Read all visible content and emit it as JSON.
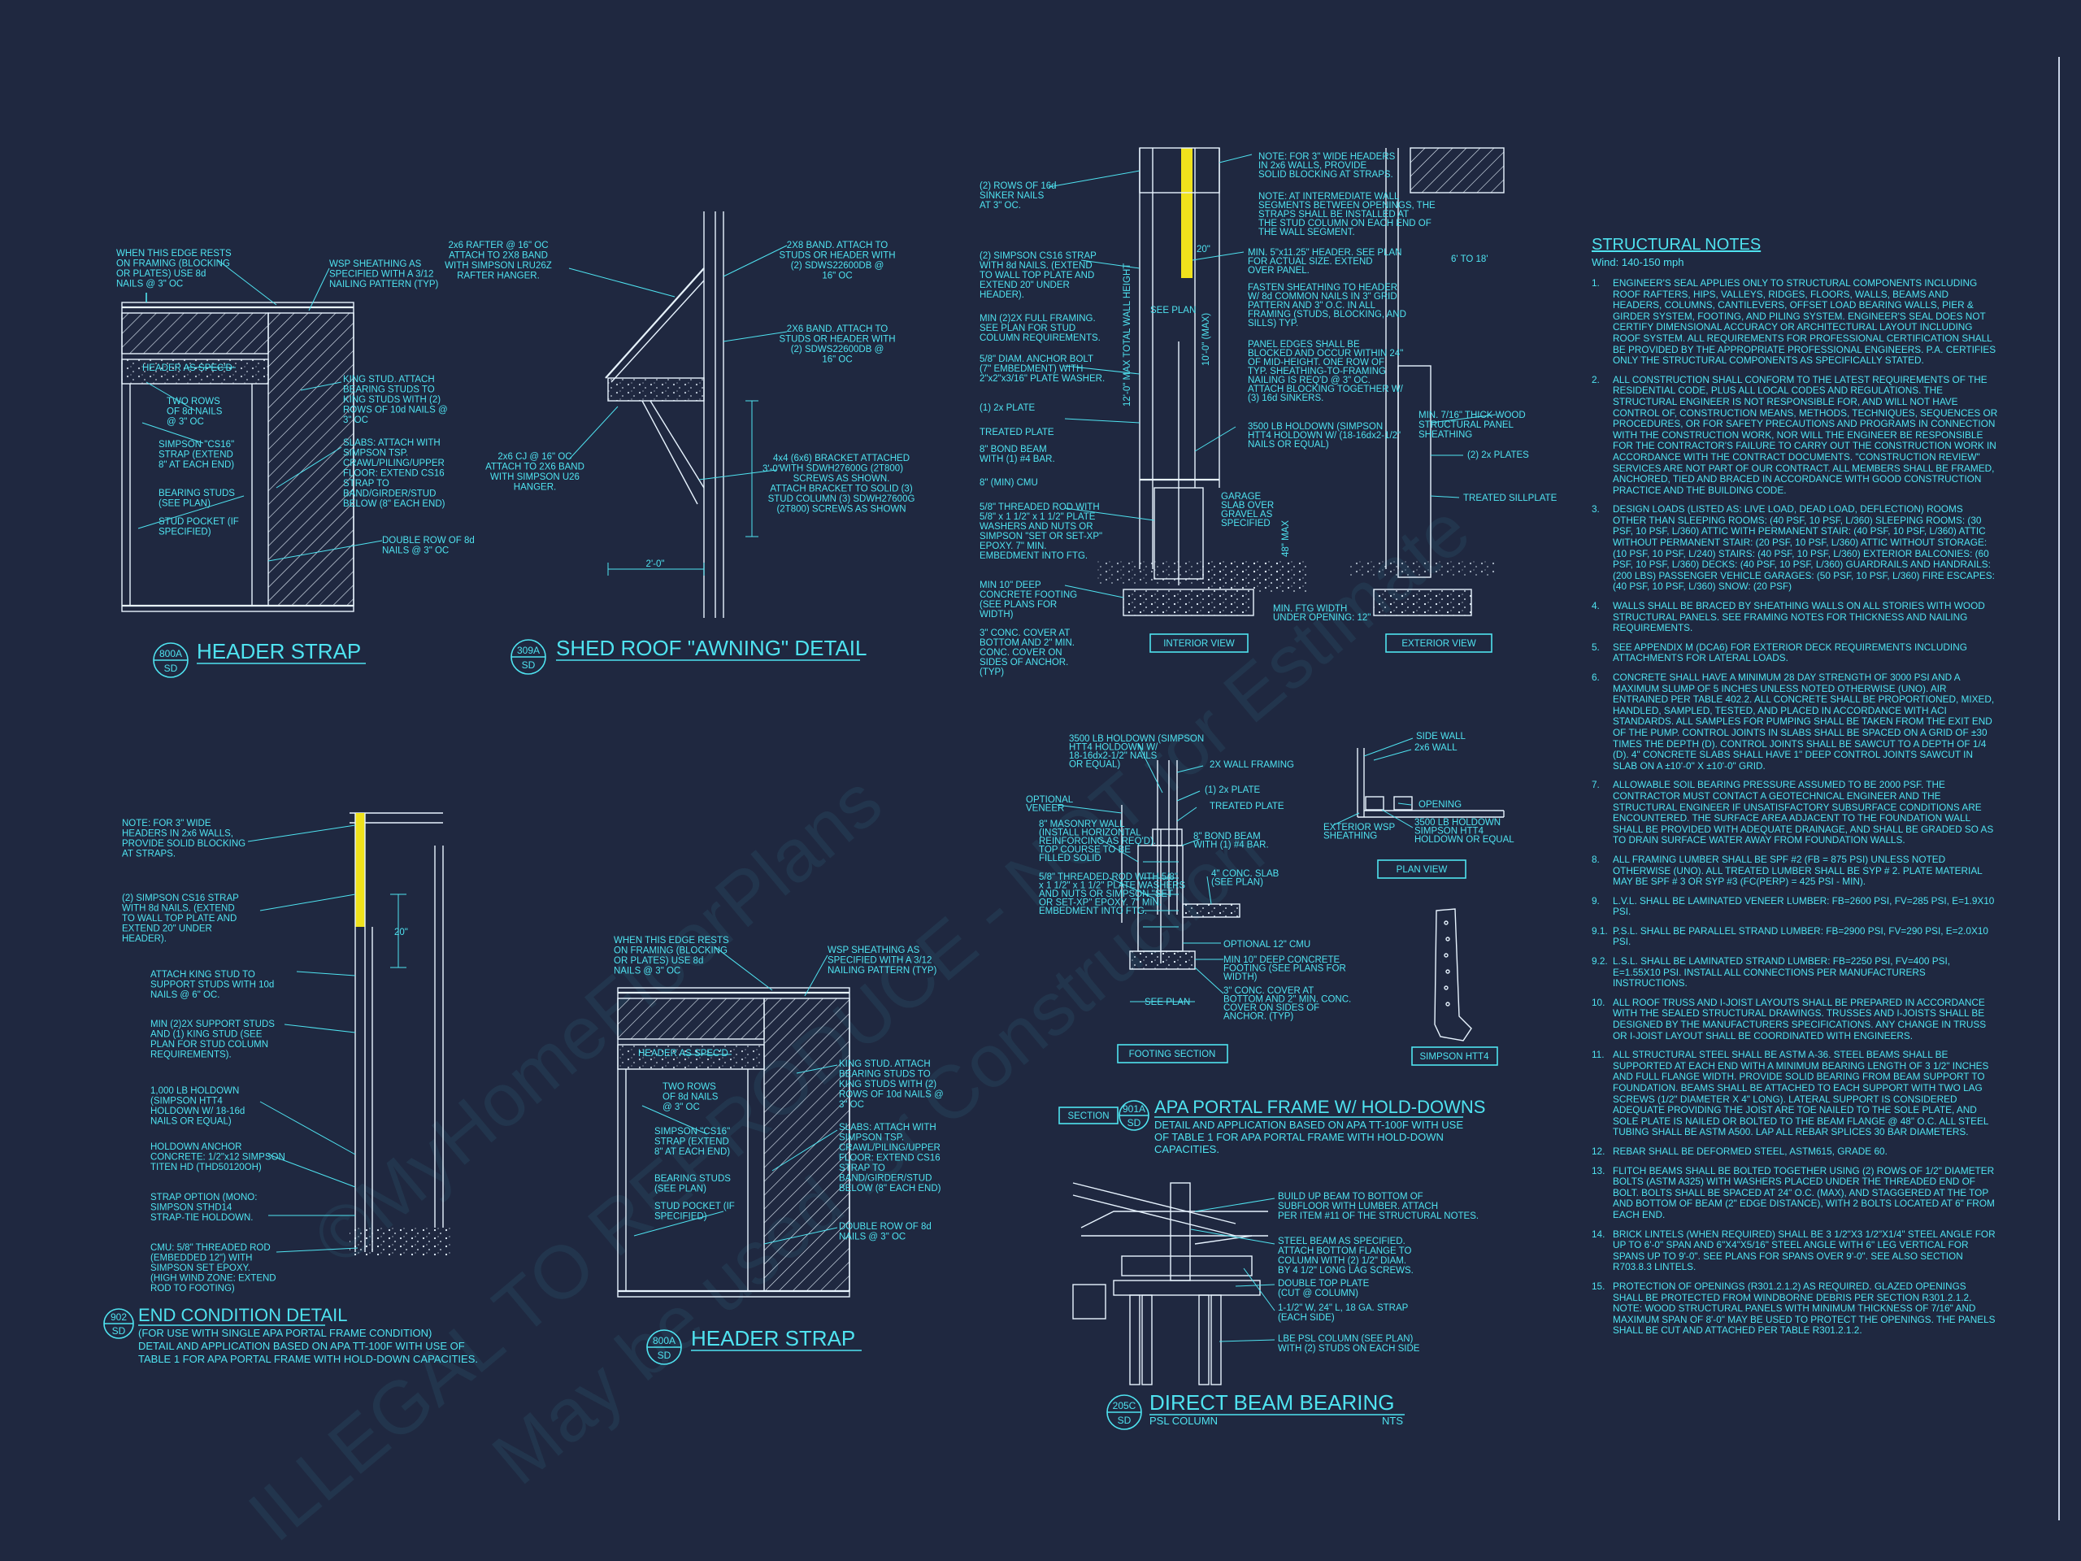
{
  "watermark": {
    "line1": "©MyHomeFloorPlans",
    "line2": "May be used for Construction",
    "line3": "ILLEGAL TO REPRODUCE - NOT for Estimate"
  },
  "details": {
    "header_strap_top": {
      "bubble_num": "800A",
      "bubble_sheet": "SD",
      "title": "HEADER STRAP",
      "labels": [
        "WHEN THIS EDGE RESTS",
        "ON FRAMING (BLOCKING",
        "OR PLATES) USE 8d",
        "NAILS @ 3\" OC",
        "HEADER AS SPEC'D",
        "TWO ROWS",
        "OF 8d NAILS",
        "@ 3\" OC",
        "SIMPSON \"CS16\"",
        "STRAP (EXTEND",
        "8\" AT EACH END)",
        "BEARING STUDS",
        "(SEE PLAN)",
        "STUD POCKET (IF",
        "SPECIFIED)",
        "WSP SHEATHING AS",
        "SPECIFIED WITH A 3/12",
        "NAILING PATTERN (TYP)",
        "KING STUD. ATTACH",
        "BEARING STUDS TO",
        "KING STUDS WITH (2)",
        "ROWS OF 10d NAILS @",
        "3\" OC",
        "SLABS: ATTACH WITH",
        "SIMPSON TSP.",
        "CRAWL/PILING/UPPER",
        "FLOOR: EXTEND CS16",
        "STRAP TO",
        "BAND/GIRDER/STUD",
        "BELOW (8\" EACH END)",
        "DOUBLE ROW OF 8d",
        "NAILS @ 3\" OC"
      ]
    },
    "shed_roof": {
      "bubble_num": "309A",
      "bubble_sheet": "SD",
      "title": "SHED ROOF \"AWNING\" DETAIL",
      "labels": [
        "2x6 RAFTER @ 16\" OC",
        "ATTACH TO 2X8 BAND",
        "WITH SIMPSON LRU26Z",
        "RAFTER HANGER.",
        "2X8 BAND. ATTACH TO",
        "STUDS OR HEADER WITH",
        "(2) SDWS22600DB @",
        "16\" OC",
        "2X6 BAND. ATTACH TO",
        "STUDS OR HEADER WITH",
        "(2) SDWS22600DB @",
        "16\" OC",
        "2x6 CJ @ 16\" OC",
        "ATTACH TO 2X6 BAND",
        "WITH SIMPSON U26",
        "HANGER.",
        "4x4 (6x6) BRACKET ATTACHED",
        "WITH SDWH27600G (2T800)",
        "SCREWS AS SHOWN.",
        "ATTACH BRACKET TO SOLID (3)",
        "STUD COLUMN (3) SDWH27600G",
        "(2T800) SCREWS AS SHOWN",
        "2'-0\"",
        "3'-0\""
      ]
    },
    "wall_section": {
      "labels_left": [
        "(2) ROWS OF 16d",
        "SINKER NAILS",
        "AT 3\" OC.",
        "(2) SIMPSON CS16 STRAP",
        "WITH 8d NAILS. (EXTEND",
        "TO WALL TOP PLATE AND",
        "EXTEND 20\" UNDER",
        "HEADER).",
        "MIN (2)2X FULL FRAMING.",
        "SEE PLAN FOR STUD",
        "COLUMN REQUIREMENTS.",
        "5/8\" DIAM. ANCHOR BOLT",
        "(7\" EMBEDMENT) WITH",
        "2\"x2\"x3/16\" PLATE WASHER.",
        "(1) 2x PLATE",
        "TREATED PLATE",
        "8\" BOND BEAM",
        "WITH (1) #4 BAR.",
        "8\" (MIN) CMU",
        "5/8\" THREADED ROD WITH",
        "5/8\" x 1 1/2\" x 1 1/2\" PLATE",
        "WASHERS AND NUTS OR",
        "SIMPSON \"SET OR SET-XP\"",
        "EPOXY. 7\" MIN.",
        "EMBEDMENT INTO FTG.",
        "MIN 10\" DEEP",
        "CONCRETE FOOTING",
        "(SEE PLANS FOR",
        "WIDTH)",
        "3\" CONC. COVER AT",
        "BOTTOM AND 2\" MIN.",
        "CONC. COVER ON",
        "SIDES OF ANCHOR.",
        "(TYP)"
      ],
      "labels_mid": [
        "NOTE: FOR 3\" WIDE HEADERS",
        "IN 2x6 WALLS, PROVIDE",
        "SOLID BLOCKING AT STRAPS.",
        "NOTE: AT INTERMEDIATE WALL",
        "SEGMENTS BETWEEN OPENINGS, THE",
        "STRAPS SHALL BE INSTALLED AT",
        "THE STUD COLUMN ON EACH END OF",
        "THE WALL SEGMENT.",
        "MIN. 5\"x11.25\" HEADER. SEE PLAN",
        "FOR ACTUAL SIZE. EXTEND",
        "OVER PANEL.",
        "FASTEN SHEATHING TO HEADER",
        "W/ 8d COMMON NAILS IN 3\" GRID",
        "PATTERN AND 3\" O.C. IN ALL",
        "FRAMING (STUDS, BLOCKING, AND",
        "SILLS) TYP.",
        "PANEL EDGES SHALL BE",
        "BLOCKED AND OCCUR WITHIN 24\"",
        "OF MID-HEIGHT. ONE ROW OF",
        "TYP. SHEATHING-TO-FRAMING",
        "NAILING IS REQ'D @ 3\" OC.",
        "ATTACH BLOCKING TOGETHER W/",
        "(3) 16d SINKERS.",
        "3500 LB HOLDOWN (SIMPSON",
        "HTT4 HOLDOWN W/ (18-16dx2-1/2\"",
        "NAILS OR EQUAL)",
        "GARAGE",
        "SLAB OVER",
        "GRAVEL AS",
        "SPECIFIED",
        "MIN. FTG WIDTH",
        "UNDER OPENING: 12\"",
        "SEE PLAN",
        "12'-0\" MAX TOTAL WALL HEIGHT",
        "10'-0\" (MAX)",
        "20\"",
        "48\" MAX"
      ],
      "labels_right": [
        "6' TO 18'",
        "MIN. 7/16\" THICK WOOD",
        "STRUCTURAL PANEL",
        "SHEATHING",
        "(2) 2x PLATES",
        "TREATED SILLPLATE"
      ],
      "tag_interior": "INTERIOR VIEW",
      "tag_exterior": "EXTERIOR VIEW"
    },
    "end_condition": {
      "bubble_num": "902",
      "bubble_sheet": "SD",
      "title": "END CONDITION DETAIL",
      "subtitle": [
        "(FOR USE WITH SINGLE APA PORTAL FRAME CONDITION)",
        "DETAIL AND APPLICATION BASED ON APA TT-100F WITH USE OF",
        "TABLE 1 FOR APA PORTAL FRAME WITH HOLD-DOWN CAPACITIES."
      ],
      "labels": [
        "NOTE: FOR 3\" WIDE",
        "HEADERS IN 2x6 WALLS,",
        "PROVIDE SOLID BLOCKING",
        "AT STRAPS.",
        "(2) SIMPSON CS16 STRAP",
        "WITH 8d NAILS. (EXTEND",
        "TO WALL TOP PLATE AND",
        "EXTEND 20\" UNDER",
        "HEADER).",
        "ATTACH KING STUD TO",
        "SUPPORT STUDS WITH 10d",
        "NAILS @ 6\" OC.",
        "MIN (2)2X SUPPORT STUDS",
        "AND (1) KING STUD (SEE",
        "PLAN FOR STUD COLUMN",
        "REQUIREMENTS).",
        "1,000 LB HOLDOWN",
        "(SIMPSON HTT4",
        "HOLDOWN W/ 18-16d",
        "NAILS OR EQUAL)",
        "HOLDOWN ANCHOR",
        "CONCRETE: 1/2\"x12 SIMPSON",
        "TITEN HD (THD50120OH)",
        "STRAP OPTION (MONO:",
        "SIMPSON STHD14",
        "STRAP-TIE HOLDOWN.",
        "CMU: 5/8\" THREADED ROD",
        "(EMBEDDED 12\") WITH",
        "SIMPSON SET EPOXY.",
        "(HIGH WIND ZONE: EXTEND",
        "ROD TO FOOTING)",
        "20\""
      ]
    },
    "header_strap_bottom": {
      "bubble_num": "800A",
      "bubble_sheet": "SD",
      "title": "HEADER STRAP",
      "labels": [
        "WHEN THIS EDGE RESTS",
        "ON FRAMING (BLOCKING",
        "OR PLATES) USE 8d",
        "NAILS @ 3\" OC",
        "HEADER AS SPEC'D",
        "TWO ROWS",
        "OF 8d NAILS",
        "@ 3\" OC",
        "SIMPSON \"CS16\"",
        "STRAP (EXTEND",
        "8\" AT EACH END)",
        "BEARING STUDS",
        "(SEE PLAN)",
        "STUD POCKET (IF",
        "SPECIFIED)",
        "WSP SHEATHING AS",
        "SPECIFIED WITH A 3/12",
        "NAILING PATTERN (TYP)",
        "KING STUD. ATTACH",
        "BEARING STUDS TO",
        "KING STUDS WITH (2)",
        "ROWS OF 10d NAILS @",
        "3\" OC",
        "SLABS: ATTACH WITH",
        "SIMPSON TSP.",
        "CRAWL/PILING/UPPER",
        "FLOOR: EXTEND CS16",
        "STRAP TO",
        "BAND/GIRDER/STUD",
        "BELOW (8\" EACH END)",
        "DOUBLE ROW OF 8d",
        "NAILS @ 3\" OC"
      ]
    },
    "footing_section": {
      "tag": "FOOTING SECTION",
      "labels": [
        "3500 LB HOLDOWN (SIMPSON",
        "HTT4 HOLDOWN W/",
        "18-16dx2-1/2\" NAILS",
        "OR EQUAL)",
        "OPTIONAL",
        "VENEER",
        "8\" MASONRY WALL",
        "(INSTALL HORIZONTAL",
        "REINFORCING AS REQ'D).",
        "TOP COURSE TO BE",
        "FILLED SOLID",
        "5/8\" THREADED ROD WITH 5/8\"",
        "x 1 1/2\" x 1 1/2\" PLATE WASHERS",
        "AND NUTS OR SIMPSON \"SET",
        "OR SET-XP\" EPOXY. 7\" MIN.",
        "EMBEDMENT INTO FTG.",
        "2X WALL FRAMING",
        "(1) 2x PLATE",
        "TREATED PLATE",
        "8\" BOND BEAM",
        "WITH (1) #4 BAR.",
        "4\" CONC. SLAB",
        "(SEE PLAN)",
        "OPTIONAL 12\" CMU",
        "MIN 10\" DEEP CONCRETE",
        "FOOTING (SEE PLANS FOR",
        "WIDTH)",
        "3\" CONC. COVER AT",
        "BOTTOM AND 2\" MIN. CONC.",
        "COVER ON SIDES OF",
        "ANCHOR. (TYP)",
        "SEE PLAN"
      ]
    },
    "plan_view": {
      "tag": "PLAN VIEW",
      "labels": [
        "SIDE WALL",
        "2x6 WALL",
        "OPENING",
        "EXTERIOR WSP",
        "SHEATHING",
        "3500 LB HOLDOWN",
        "SIMPSON HTT4",
        "HOLDOWN OR EQUAL"
      ]
    },
    "simpson_htt4": {
      "tag": "SIMPSON HTT4"
    },
    "apa_portal": {
      "tag_label": "SECTION",
      "bubble_num": "901A",
      "bubble_sheet": "SD",
      "title": "APA PORTAL FRAME W/ HOLD-DOWNS",
      "subtitle": [
        "DETAIL AND APPLICATION BASED ON APA TT-100F WITH USE",
        "OF TABLE 1 FOR APA PORTAL FRAME WITH HOLD-DOWN",
        "CAPACITIES."
      ]
    },
    "direct_beam": {
      "bubble_num": "205C",
      "bubble_sheet": "SD",
      "title": "DIRECT BEAM BEARING",
      "sub_left": "PSL COLUMN",
      "sub_right": "NTS",
      "labels": [
        "BUILD UP BEAM TO BOTTOM OF",
        "SUBFLOOR WITH LUMBER. ATTACH",
        "PER ITEM #11 OF THE STRUCTURAL NOTES.",
        "STEEL BEAM AS SPECIFIED.",
        "ATTACH BOTTOM FLANGE TO",
        "COLUMN WITH (2) 1/2\" DIAM.",
        "BY 4 1/2\" LONG LAG SCREWS.",
        "DOUBLE TOP PLATE",
        "(CUT @ COLUMN)",
        "1-1/2\" W, 24\" L, 18 GA. STRAP",
        "(EACH SIDE)",
        "LBE PSL COLUMN (SEE PLAN)",
        "WITH (2) STUDS ON EACH SIDE"
      ]
    }
  },
  "structural_notes": {
    "title": "STRUCTURAL NOTES",
    "wind": "Wind: 140-150 mph",
    "items": [
      {
        "num": "1.",
        "text": "ENGINEER'S SEAL APPLIES ONLY TO STRUCTURAL COMPONENTS INCLUDING ROOF RAFTERS, HIPS, VALLEYS, RIDGES, FLOORS, WALLS, BEAMS AND HEADERS, COLUMNS, CANTILEVERS, OFFSET LOAD BEARING WALLS, PIER & GIRDER SYSTEM, FOOTING, AND PILING SYSTEM. ENGINEER'S SEAL DOES NOT CERTIFY DIMENSIONAL ACCURACY OR ARCHITECTURAL LAYOUT INCLUDING ROOF SYSTEM. ALL REQUIREMENTS FOR PROFESSIONAL CERTIFICATION SHALL BE PROVIDED BY THE APPROPRIATE PROFESSIONAL ENGINEERS. P.A. CERTIFIES ONLY THE STRUCTURAL COMPONENTS AS SPECIFICALLY STATED."
      },
      {
        "num": "2.",
        "text": "ALL CONSTRUCTION SHALL CONFORM TO THE LATEST REQUIREMENTS OF THE RESIDENTIAL CODE, PLUS ALL LOCAL CODES AND REGULATIONS. THE STRUCTURAL ENGINEER IS NOT RESPONSIBLE FOR, AND WILL NOT HAVE CONTROL OF, CONSTRUCTION MEANS, METHODS, TECHNIQUES, SEQUENCES OR PROCEDURES, OR FOR SAFETY PRECAUTIONS AND PROGRAMS IN CONNECTION WITH THE CONSTRUCTION WORK, NOR WILL THE ENGINEER BE RESPONSIBLE FOR THE CONTRACTOR'S FAILURE TO CARRY OUT THE CONSTRUCTION WORK IN ACCORDANCE WITH THE CONTRACT DOCUMENTS. \"CONSTRUCTION REVIEW\" SERVICES ARE NOT PART OF OUR CONTRACT. ALL MEMBERS SHALL BE FRAMED, ANCHORED, TIED AND BRACED IN ACCORDANCE WITH GOOD CONSTRUCTION PRACTICE AND THE BUILDING CODE."
      },
      {
        "num": "3.",
        "text": "DESIGN LOADS (LISTED AS: LIVE LOAD, DEAD LOAD, DEFLECTION) ROOMS OTHER THAN SLEEPING ROOMS: (40 PSF, 10 PSF, L/360) SLEEPING ROOMS: (30 PSF, 10 PSF, L/360) ATTIC WITH PERMANENT STAIR: (40 PSF, 10 PSF, L/360) ATTIC WITHOUT PERMANENT STAIR: (20 PSF, 10 PSF, L/360) ATTIC WITHOUT STORAGE: (10 PSF, 10 PSF, L/240) STAIRS: (40 PSF, 10 PSF, L/360) EXTERIOR BALCONIES: (60 PSF, 10 PSF, L/360) DECKS: (40 PSF, 10 PSF, L/360) GUARDRAILS AND HANDRAILS: (200 LBS) PASSENGER VEHICLE GARAGES: (50 PSF, 10 PSF, L/360) FIRE ESCAPES: (40 PSF, 10 PSF, L/360) SNOW: (20 PSF)"
      },
      {
        "num": "4.",
        "text": "WALLS SHALL BE BRACED BY SHEATHING WALLS ON ALL STORIES WITH WOOD STRUCTURAL PANELS. SEE FRAMING NOTES FOR THICKNESS AND NAILING REQUIREMENTS."
      },
      {
        "num": "5.",
        "text": "SEE APPENDIX M (DCA6) FOR EXTERIOR DECK REQUIREMENTS INCLUDING ATTACHMENTS FOR LATERAL LOADS."
      },
      {
        "num": "6.",
        "text": "CONCRETE SHALL HAVE A MINIMUM 28 DAY STRENGTH OF 3000 PSI AND A MAXIMUM SLUMP OF 5 INCHES UNLESS NOTED OTHERWISE (UNO). AIR ENTRAINED PER TABLE 402.2. ALL CONCRETE SHALL BE PROPORTIONED, MIXED, HANDLED, SAMPLED, TESTED, AND PLACED IN ACCORDANCE WITH ACI STANDARDS. ALL SAMPLES FOR PUMPING SHALL BE TAKEN FROM THE EXIT END OF THE PUMP. CONTROL JOINTS IN SLABS SHALL BE SPACED ON A GRID OF ±30 TIMES THE DEPTH (D). CONTROL JOINTS SHALL BE SAWCUT TO A DEPTH OF 1/4 (D). 4\" CONCRETE SLABS SHALL HAVE 1\" DEEP CONTROL JOINTS SAWCUT IN SLAB ON A ±10'-0\" x ±10'-0\" GRID."
      },
      {
        "num": "7.",
        "text": "ALLOWABLE SOIL BEARING PRESSURE ASSUMED TO BE 2000 PSF. THE CONTRACTOR MUST CONTACT A GEOTECHNICAL ENGINEER AND THE STRUCTURAL ENGINEER IF UNSATISFACTORY SUBSURFACE CONDITIONS ARE ENCOUNTERED. THE SURFACE AREA ADJACENT TO THE FOUNDATION WALL SHALL BE PROVIDED WITH ADEQUATE DRAINAGE, AND SHALL BE GRADED SO AS TO DRAIN SURFACE WATER AWAY FROM FOUNDATION WALLS."
      },
      {
        "num": "8.",
        "text": "ALL FRAMING LUMBER SHALL BE SPF #2 (Fb = 875 PSI) UNLESS NOTED OTHERWISE (UNO). ALL TREATED LUMBER SHALL BE SYP # 2. PLATE MATERIAL MAY BE SPF # 3 OR SYP #3 (Fc(perp) = 425 PSI - MIN)."
      },
      {
        "num": "9.",
        "text": "L.V.L. SHALL BE LAMINATED VENEER LUMBER: Fb=2600 PSI, Fv=285 PSI, E=1.9x10 PSI."
      },
      {
        "num": "9.1.",
        "text": "P.S.L. SHALL BE PARALLEL STRAND LUMBER: Fb=2900 PSI, Fv=290 PSI, E=2.0x10 PSI."
      },
      {
        "num": "9.2.",
        "text": "L.S.L. SHALL BE LAMINATED STRAND LUMBER: Fb=2250 PSI, Fv=400 PSI, E=1.55x10 PSI. INSTALL ALL CONNECTIONS PER MANUFACTURERS INSTRUCTIONS."
      },
      {
        "num": "10.",
        "text": "ALL ROOF TRUSS AND I-JOIST LAYOUTS SHALL BE PREPARED IN ACCORDANCE WITH THE SEALED STRUCTURAL DRAWINGS. TRUSSES AND I-JOISTS SHALL BE DESIGNED BY THE MANUFACTURERS SPECIFICATIONS. ANY CHANGE IN TRUSS OR I-JOIST LAYOUT SHALL BE COORDINATED WITH ENGINEERS."
      },
      {
        "num": "11.",
        "text": "ALL STRUCTURAL STEEL SHALL BE ASTM A-36. STEEL BEAMS SHALL BE SUPPORTED AT EACH END WITH A MINIMUM BEARING LENGTH OF 3 1/2\" INCHES AND FULL FLANGE WIDTH. PROVIDE SOLID BEARING FROM BEAM SUPPORT TO FOUNDATION. BEAMS SHALL BE ATTACHED TO EACH SUPPORT WITH TWO LAG SCREWS (1/2\" DIAMETER x 4\" LONG). LATERAL SUPPORT IS CONSIDERED ADEQUATE PROVIDING THE JOIST ARE TOE NAILED TO THE SOLE PLATE, AND SOLE PLATE IS NAILED OR BOLTED TO THE BEAM FLANGE @ 48\" O.C. ALL STEEL TUBING SHALL BE ASTM A500. LAP ALL REBAR SPLICES 30 BAR DIAMETERS."
      },
      {
        "num": "12.",
        "text": "REBAR SHALL BE DEFORMED STEEL, ASTM615, GRADE 60."
      },
      {
        "num": "13.",
        "text": "FLITCH BEAMS SHALL BE BOLTED TOGETHER USING (2) ROWS OF 1/2\" DIAMETER BOLTS (ASTM A325) WITH WASHERS PLACED UNDER THE THREADED END OF BOLT. BOLTS SHALL BE SPACED AT 24\" O.C. (MAX), AND STAGGERED AT THE TOP AND BOTTOM OF BEAM (2\" EDGE DISTANCE), WITH 2 BOLTS LOCATED AT 6\" FROM EACH END."
      },
      {
        "num": "14.",
        "text": "BRICK LINTELS (WHEN REQUIRED) SHALL BE 3 1/2\"x3 1/2\"x1/4\" STEEL ANGLE FOR UP TO 6'-0\" SPAN AND 6\"x4\"x5/16\" STEEL ANGLE WITH 6\" LEG VERTICAL FOR SPANS UP TO 9'-0\". SEE PLANS FOR SPANS OVER 9'-0\". SEE ALSO SECTION R703.8.3 LINTELS."
      },
      {
        "num": "15.",
        "text": "PROTECTION OF OPENINGS (R301.2.1.2) AS REQUIRED. GLAZED OPENINGS SHALL BE PROTECTED FROM WINDBORNE DEBRIS PER SECTION R301.2.1.2. NOTE: WOOD STRUCTURAL PANELS WITH MINIMUM THICKNESS OF 7/16\" AND MAXIMUM SPAN OF 8'-0\" MAY BE USED TO PROTECT THE OPENINGS. THE PANELS SHALL BE CUT AND ATTACHED PER TABLE R301.2.1.2."
      }
    ]
  }
}
